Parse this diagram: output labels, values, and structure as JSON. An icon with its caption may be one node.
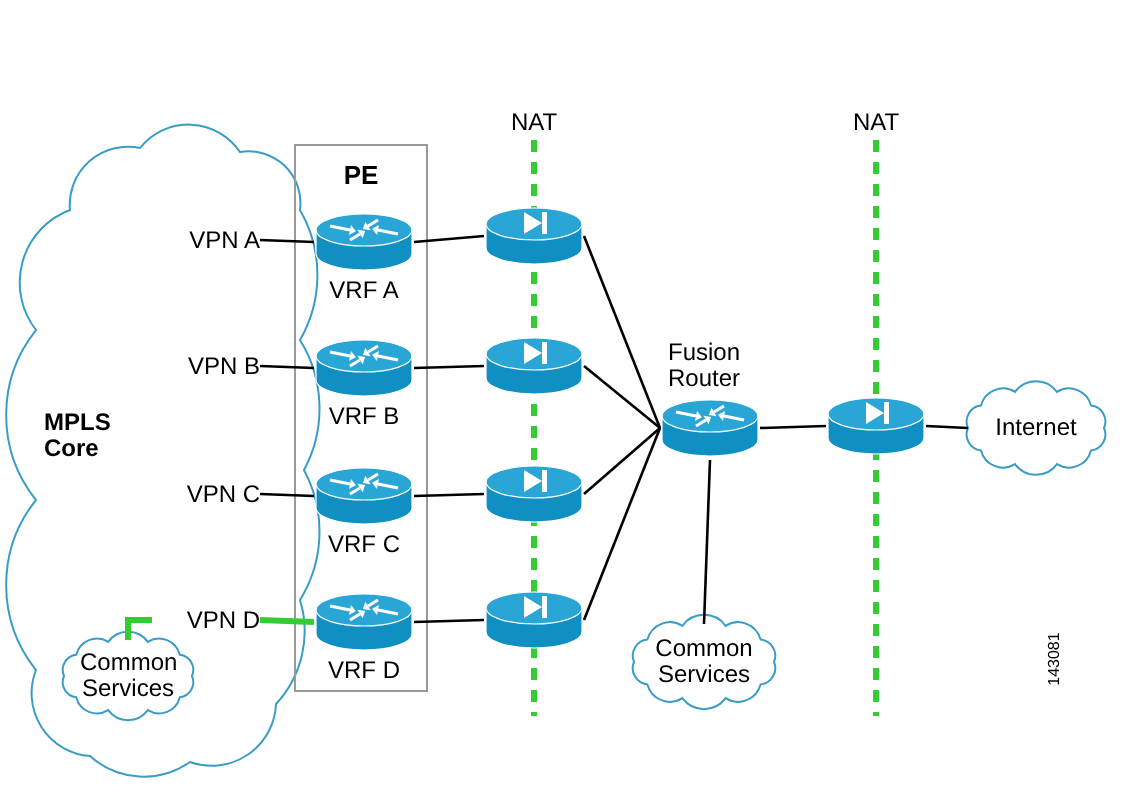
{
  "diagram": {
    "nodes": [
      {
        "text": [
          "MPLS Core"
        ]
      },
      {
        "text": [
          "PE"
        ]
      },
      {
        "text": [
          "VRF A"
        ],
        "in": 1
      },
      {
        "text": [
          "VRF B"
        ],
        "in": 1
      },
      {
        "text": [
          "VRF C"
        ],
        "in": 1
      },
      {
        "text": [
          "VRF D"
        ],
        "in": 1
      },
      {
        "text": [
          "VPN A"
        ],
        "in": 0
      },
      {
        "text": [
          "VPN B"
        ],
        "in": 0
      },
      {
        "text": [
          "VPN C"
        ],
        "in": 0
      },
      {
        "text": [
          "VPN D"
        ],
        "in": 0
      },
      {
        "text": [
          "Common Services"
        ],
        "in": 0
      },
      {
        "text": [],
        "shape": "cylinder"
      },
      {
        "text": [],
        "shape": "cylinder"
      },
      {
        "text": [],
        "shape": "cylinder"
      },
      {
        "text": [],
        "shape": "cylinder"
      },
      {
        "text": [
          "Fusion Router"
        ]
      },
      {
        "text": [
          "Common Services"
        ]
      },
      {
        "text": [],
        "shape": "cylinder"
      },
      {
        "text": [
          "Internet"
        ]
      }
    ],
    "edges": [
      {
        "from": 6,
        "to": 2,
        "arrow": "none"
      },
      {
        "from": 7,
        "to": 3,
        "arrow": "none"
      },
      {
        "from": 8,
        "to": 4,
        "arrow": "none"
      },
      {
        "from": 9,
        "to": 5,
        "arrow": "none",
        "style": "thick",
        "color": "#33cc33"
      },
      {
        "from": 10,
        "to": 9,
        "arrow": "none",
        "style": "thick",
        "color": "#33cc33"
      },
      {
        "from": 2,
        "to": 11,
        "arrow": "none"
      },
      {
        "from": 3,
        "to": 12,
        "arrow": "none"
      },
      {
        "from": 4,
        "to": 13,
        "arrow": "none"
      },
      {
        "from": 5,
        "to": 14,
        "arrow": "none"
      },
      {
        "from": 11,
        "to": 15,
        "arrow": "none"
      },
      {
        "from": 12,
        "to": 15,
        "arrow": "none"
      },
      {
        "from": 13,
        "to": 15,
        "arrow": "none"
      },
      {
        "from": 14,
        "to": 15,
        "arrow": "none"
      },
      {
        "from": 15,
        "to": 17,
        "arrow": "none"
      },
      {
        "from": 17,
        "to": 18,
        "arrow": "none"
      },
      {
        "from": 15,
        "to": 16,
        "arrow": "none"
      }
    ],
    "labels": [
      "NAT",
      "NAT",
      "143081"
    ]
  }
}
